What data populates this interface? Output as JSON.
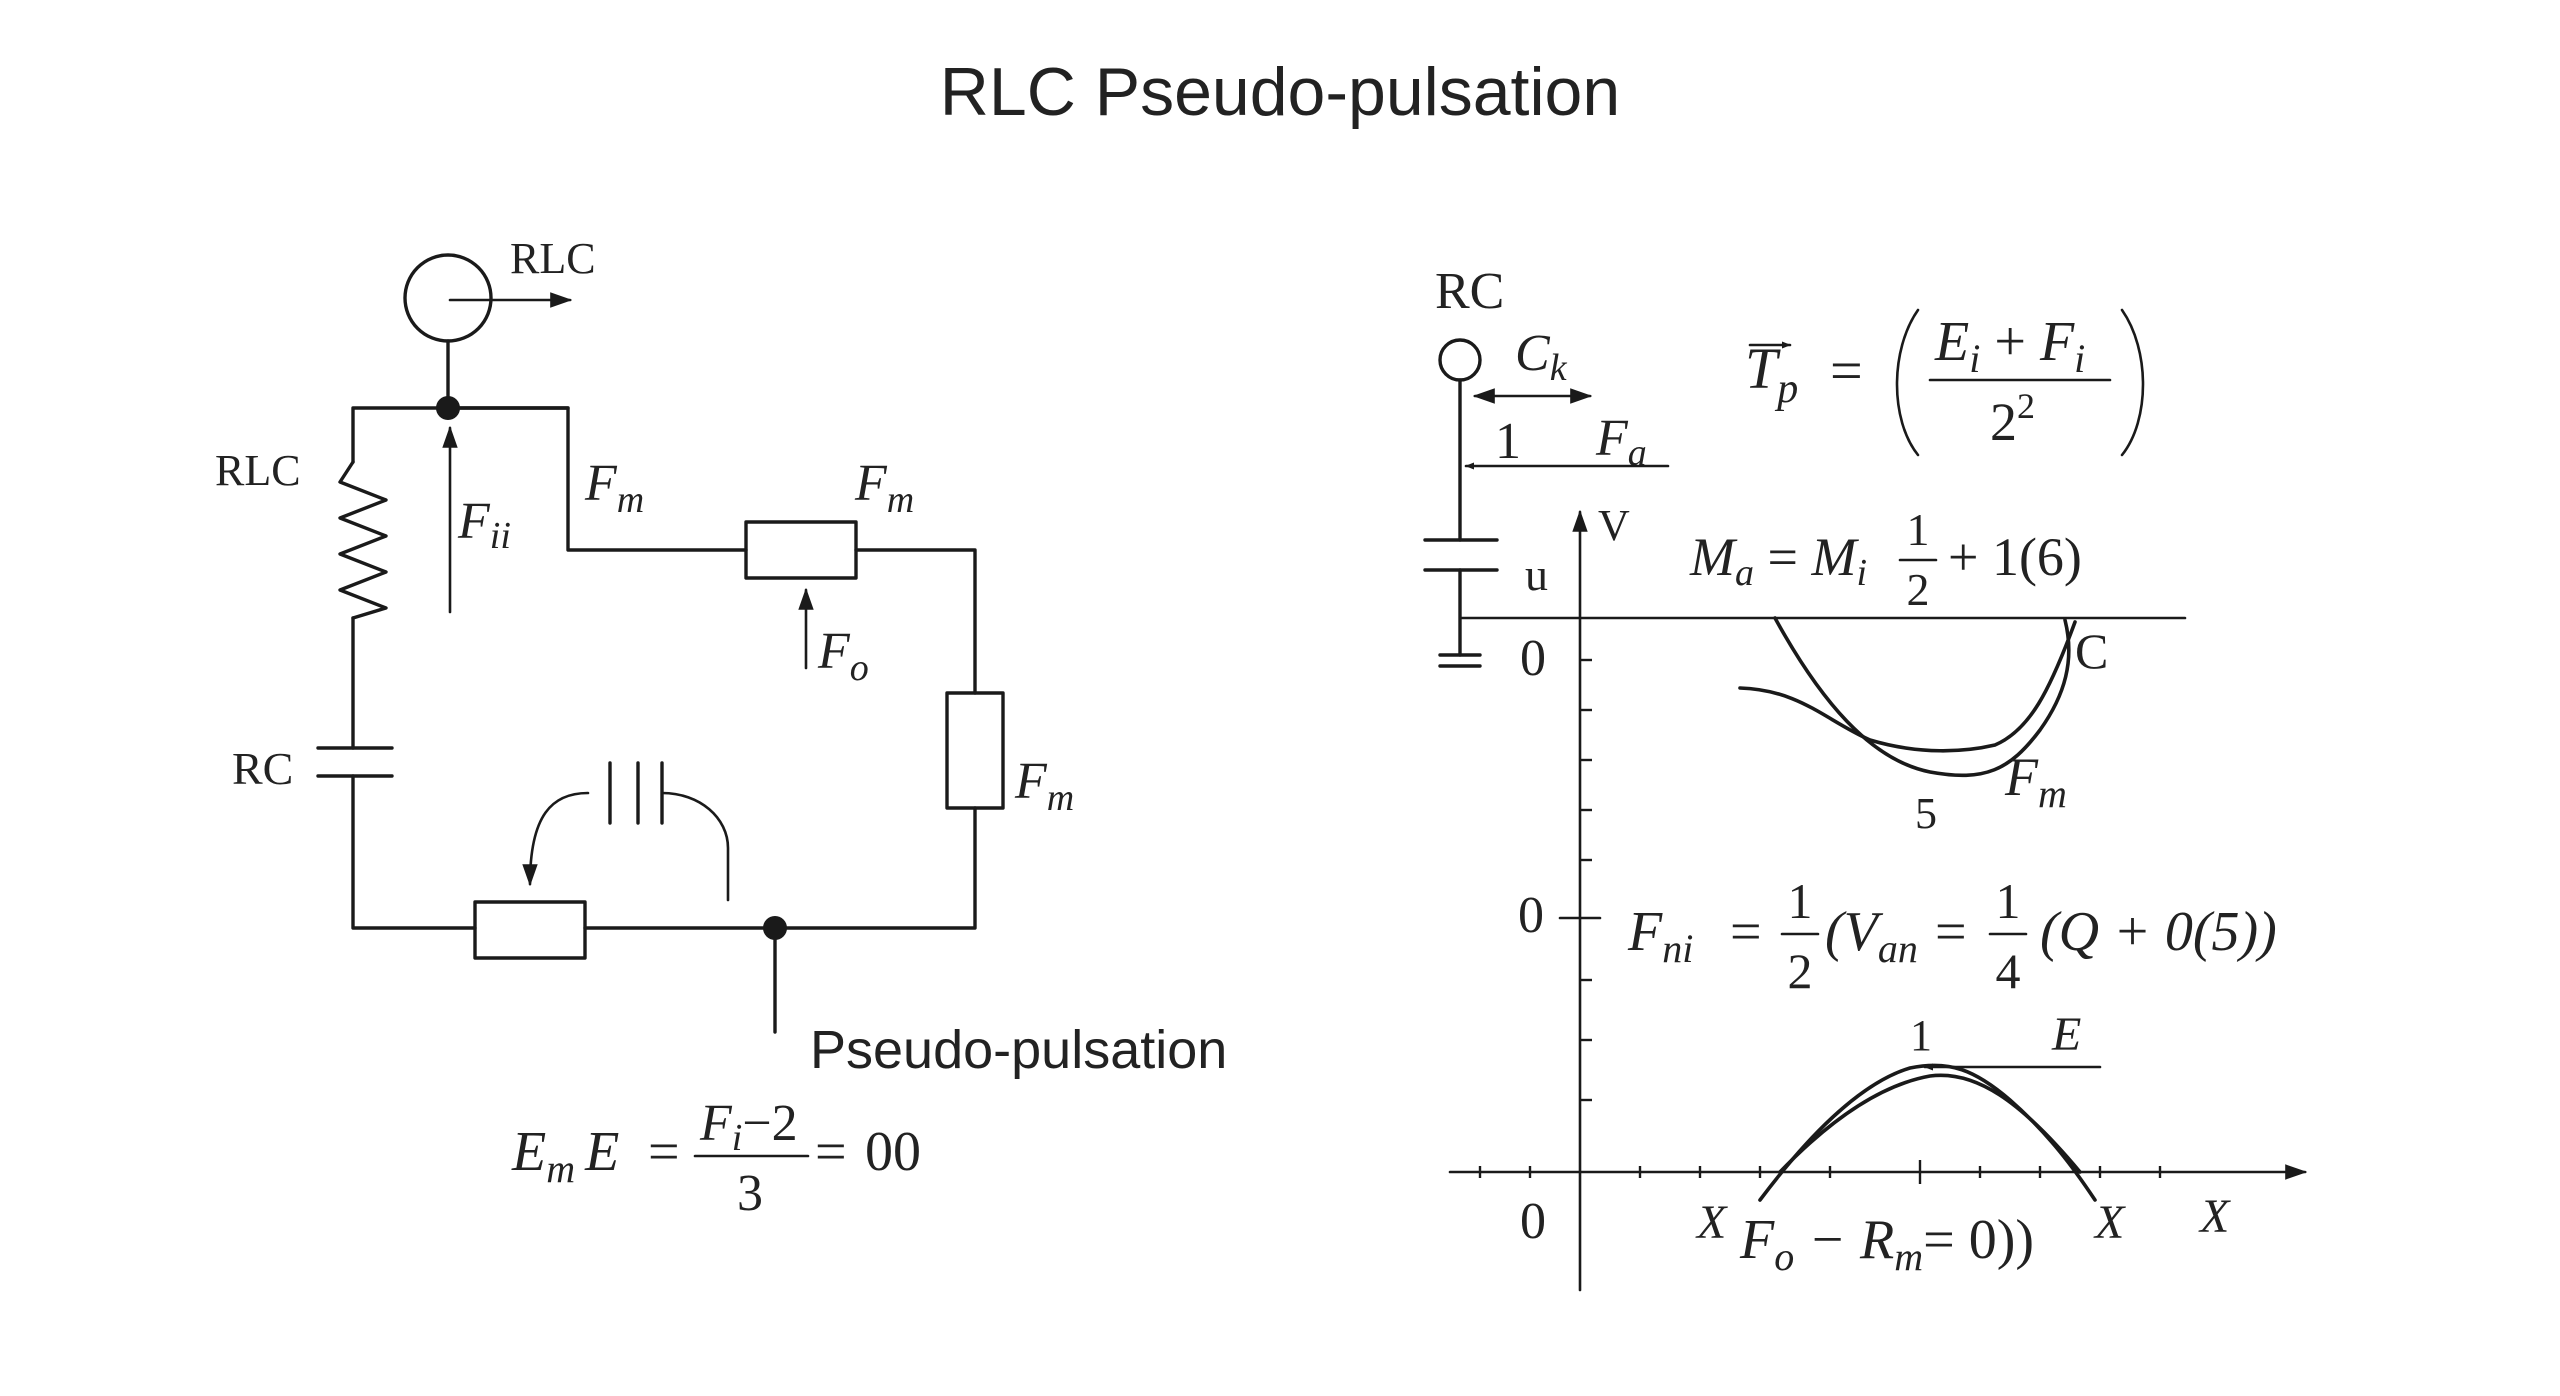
{
  "title": "RLC Pseudo-pulsation",
  "circuit": {
    "source_label": "RLC",
    "resistor_label": "RLC",
    "capacitor_label": "RC",
    "force_up": "F",
    "force_up_sub": "ii",
    "top_wire_label": "F",
    "top_wire_sub": "m",
    "resistor_top_label": "F",
    "resistor_top_sub": "m",
    "resistor_arrow_label": "F",
    "resistor_arrow_sub": "o",
    "right_resistor_label": "F",
    "right_resistor_sub": "m",
    "caption": "Pseudo-pulsation",
    "equation": {
      "lhs_e": "E",
      "lhs_e_sub": "m",
      "lhs_e2": "E",
      "eq1": "=",
      "numerator_f": "F",
      "numerator_sub": "i",
      "numerator_rest": "−2",
      "denominator": "3",
      "eq2": "=",
      "result": "00"
    }
  },
  "graph": {
    "rc_label": "RC",
    "ck_label": "C",
    "ck_sub": "k",
    "one_label": "1",
    "fa_label": "F",
    "fa_sub": "a",
    "u_label": "u",
    "v_axis_label": "V",
    "zero_top": "0",
    "zero_mid": "0",
    "zero_bottom": "0",
    "c_label": "C",
    "five_label": "5",
    "fm_label": "F",
    "fm_sub": "m",
    "one_peak": "1",
    "e_label": "E",
    "x_left": "X",
    "x_right": "X",
    "x_axis": "X",
    "tp_equation": {
      "t": "T",
      "t_sub": "p",
      "eq": "=",
      "num_e": "E",
      "num_e_sub": "i",
      "plus": " + ",
      "num_f": "F",
      "num_f_sub": "i",
      "den": "2",
      "den_sup": "2"
    },
    "ma_equation": {
      "m1": "M",
      "m1_sub": "a",
      "eq": " = ",
      "m2": "M",
      "m2_sub": "i",
      "frac_num": "1",
      "frac_den": "2",
      "rest": "+ 1(6)"
    },
    "fni_equation": {
      "f": "F",
      "f_sub": "ni",
      "eq": "=",
      "frac1_num": "1",
      "frac1_den": "2",
      "mid": "(V",
      "mid_sub": "an",
      "eq2": "=",
      "frac2_num": "1",
      "frac2_den": "4",
      "rest": "(Q + 0(5))"
    },
    "bottom_equation": {
      "f": "F",
      "f_sub": "o",
      "minus": " − R",
      "r_sub": "m",
      "rest": "= 0))"
    }
  }
}
